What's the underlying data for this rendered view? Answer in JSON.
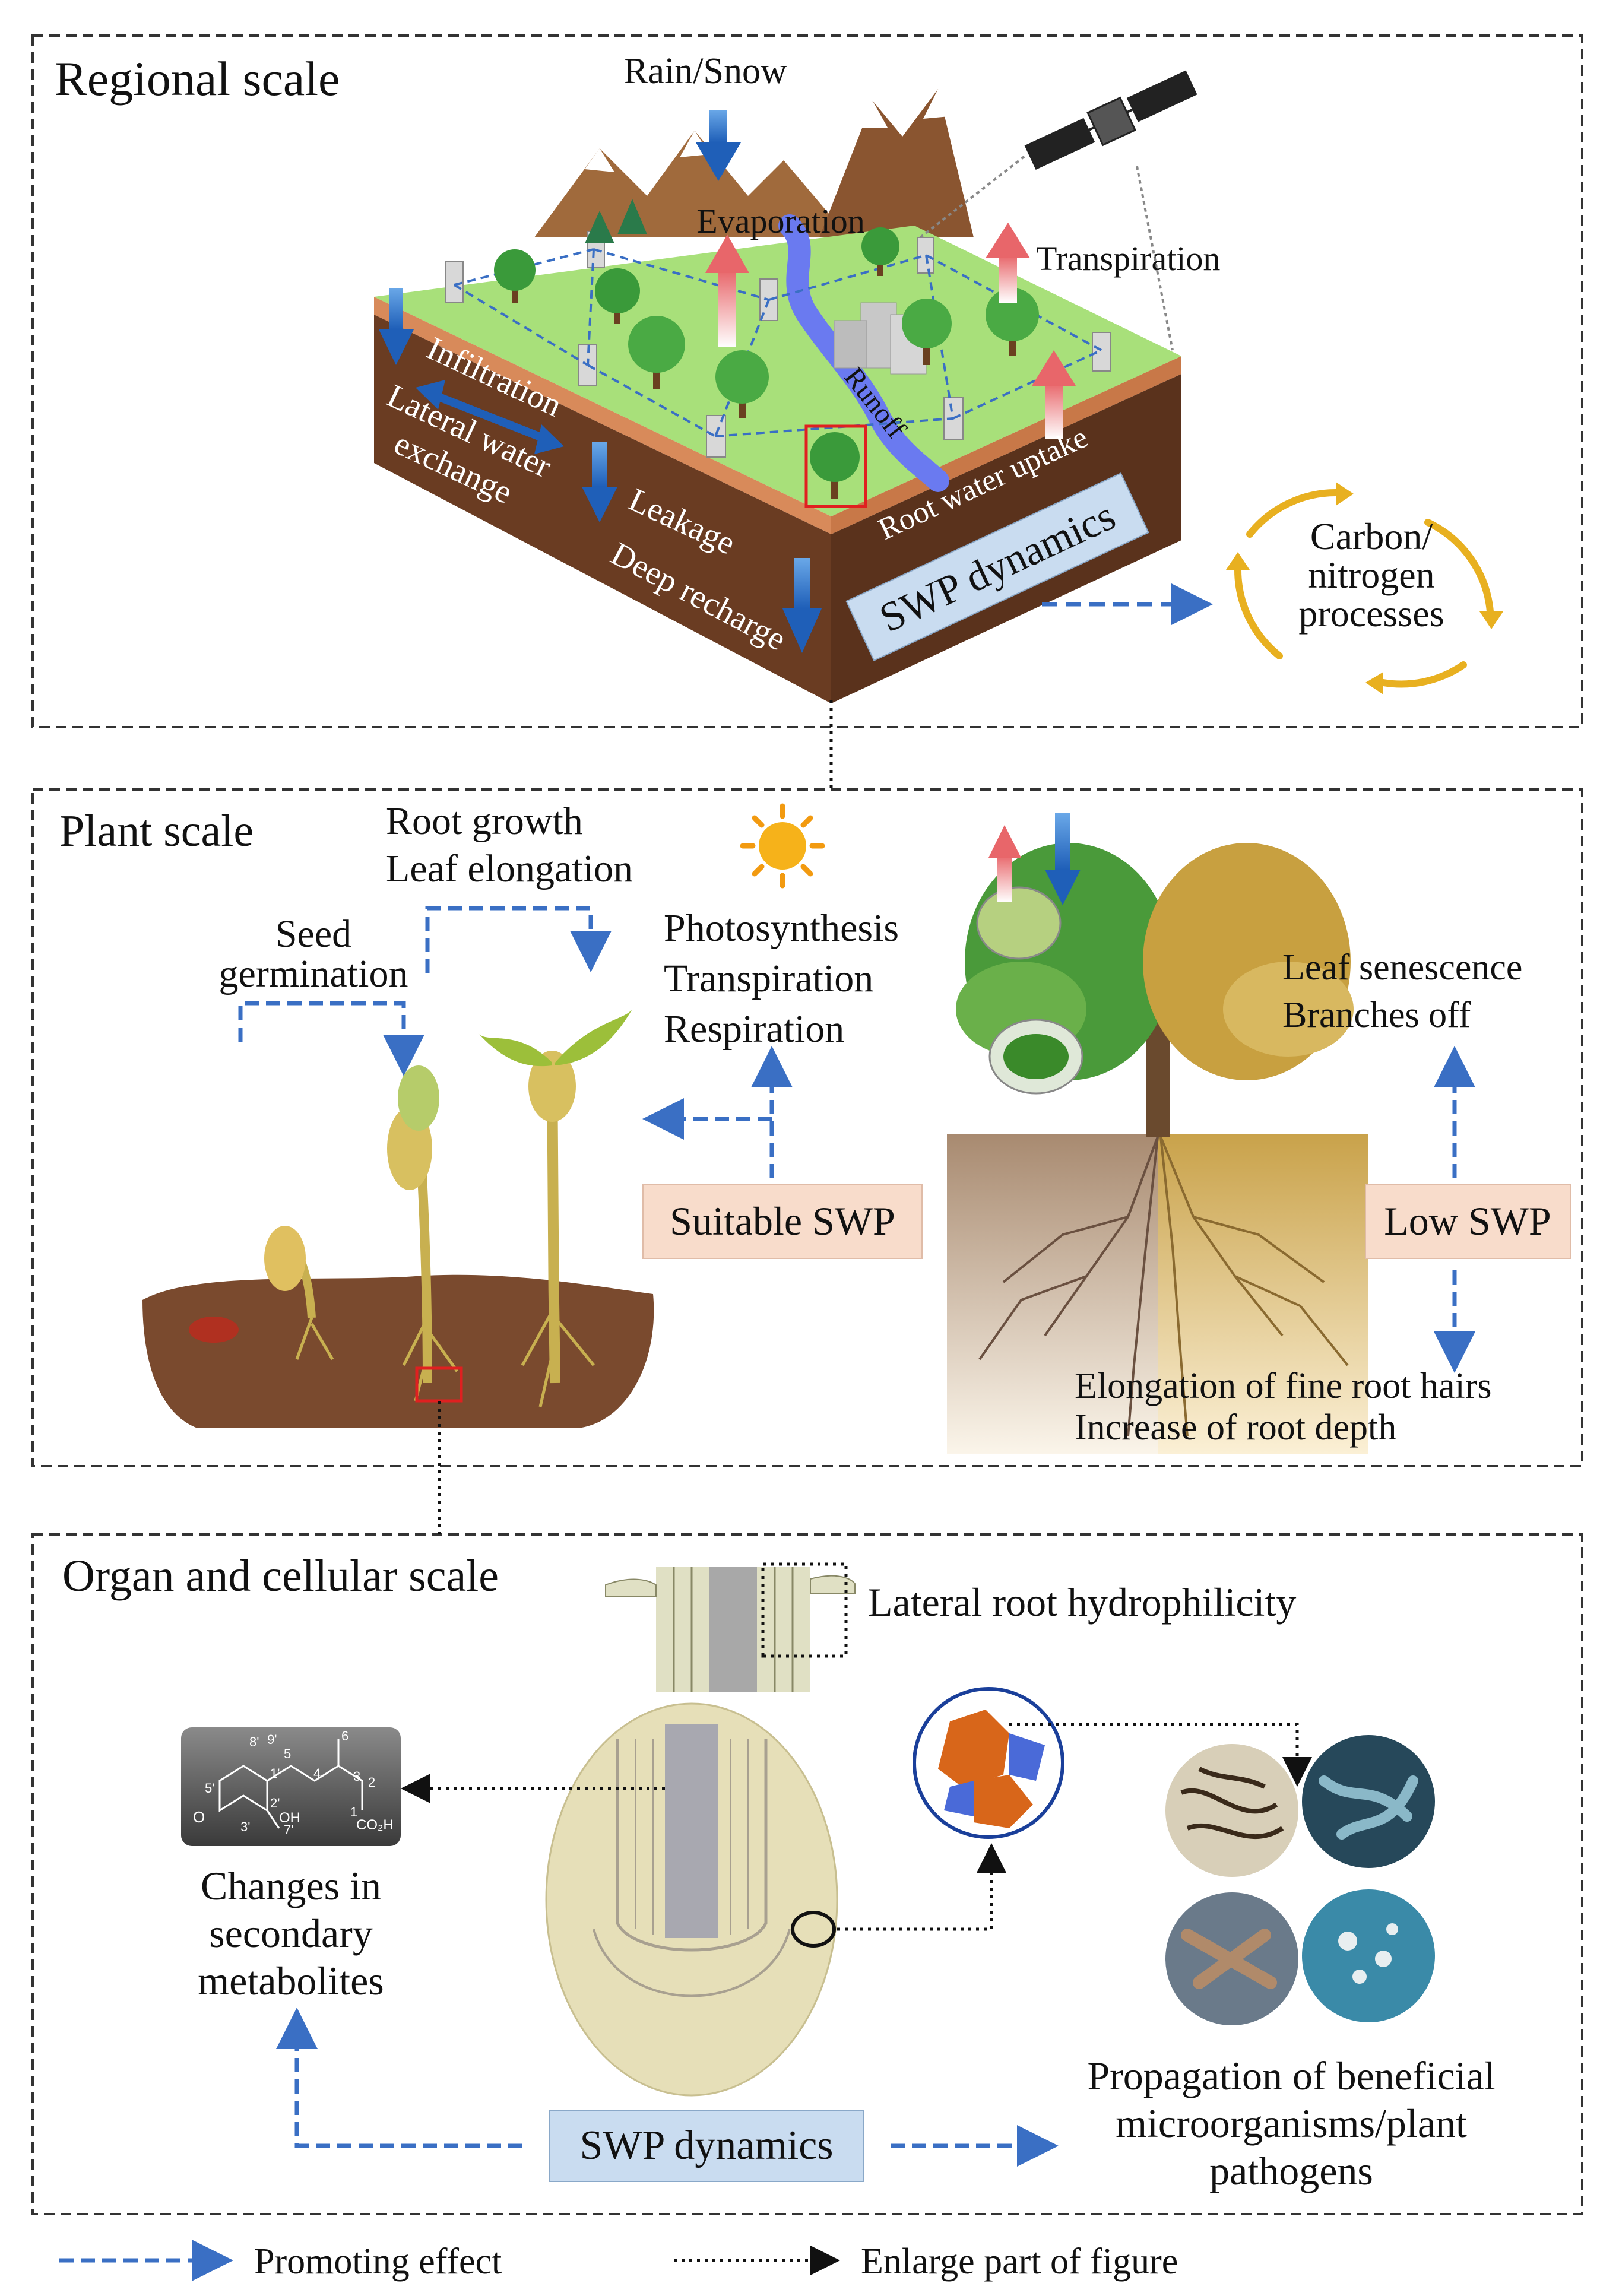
{
  "panels": {
    "regional": {
      "title": "Regional scale",
      "labels": {
        "rain": "Rain/Snow",
        "evaporation": "Evaporation",
        "transpiration": "Transpiration",
        "infiltration": "Infiltration",
        "lateral_line1": "Lateral water",
        "lateral_line2": "exchange",
        "leakage": "Leakage",
        "deep_recharge": "Deep recharge",
        "runoff": "Runoff",
        "root_uptake": "Root water uptake",
        "swp_box": "SWP dynamics",
        "cn_line1": "Carbon/",
        "cn_line2": "nitrogen",
        "cn_line3": "processes"
      }
    },
    "plant": {
      "title": "Plant scale",
      "labels": {
        "root_growth": "Root growth",
        "leaf_elongation": "Leaf elongation",
        "seed_line1": "Seed",
        "seed_line2": "germination",
        "photosynthesis": "Photosynthesis",
        "transpiration": "Transpiration",
        "respiration": "Respiration",
        "suitable_swp": "Suitable SWP",
        "low_swp": "Low SWP",
        "leaf_senescence": "Leaf senescence",
        "branches_off": "Branches off",
        "root_hairs": "Elongation of fine root hairs",
        "root_depth": "Increase of root depth"
      }
    },
    "organ": {
      "title": "Organ and cellular scale",
      "labels": {
        "lateral_root": "Lateral root hydrophilicity",
        "sec_line1": "Changes in",
        "sec_line2": "secondary",
        "sec_line3": "metabolites",
        "swp_box": "SWP dynamics",
        "prop_line1": "Propagation of beneficial",
        "prop_line2": "microorganisms/plant",
        "prop_line3": "pathogens",
        "mol_oh": "OH",
        "mol_co2h": "CO₂H",
        "mol_o": "O",
        "mol_nums": [
          "8'",
          "9'",
          "5",
          "6",
          "1'",
          "4",
          "2",
          "5'",
          "2'",
          "3",
          "1",
          "3'",
          "7'"
        ]
      }
    }
  },
  "legend": {
    "promoting": "Promoting effect",
    "enlarge": "Enlarge part of figure"
  },
  "colors": {
    "dashed_blue": "#3a6fc4",
    "swp_box_fill": "#c9dcf0",
    "swp_suitable_fill": "#f8dccb",
    "soil_brown": "#7a4a2e",
    "grass_green": "#a8e07a",
    "orange_cycle": "#e8b020",
    "red_arrow": "#e8666a",
    "blue_arrow": "#1f5fb8"
  }
}
